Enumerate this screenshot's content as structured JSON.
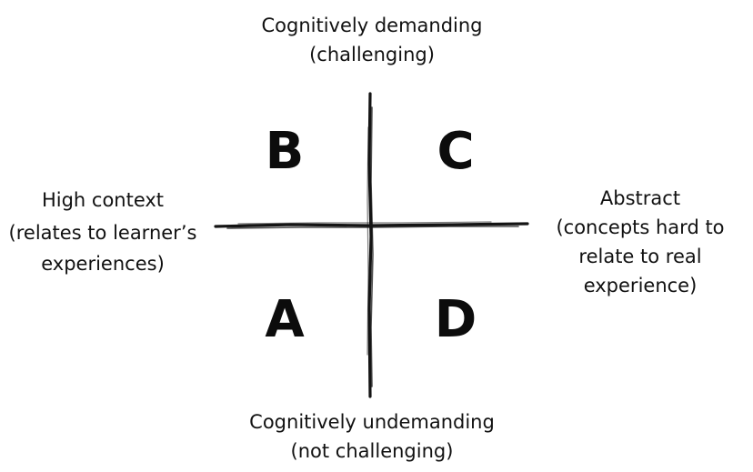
{
  "diagram": {
    "axes": {
      "top": [
        "Cognitively demanding",
        "(challenging)"
      ],
      "bottom": [
        "Cognitively undemanding",
        "(not challenging)"
      ],
      "left": [
        "High context",
        "(relates to learner’s",
        "experiences)"
      ],
      "right": [
        "Abstract",
        "(concepts hard to",
        "relate to real",
        "experience)"
      ]
    },
    "quadrants": {
      "top_left": "B",
      "top_right": "C",
      "bottom_left": "A",
      "bottom_right": "D"
    },
    "colors": {
      "ink": "#141414",
      "background": "#ffffff"
    }
  }
}
